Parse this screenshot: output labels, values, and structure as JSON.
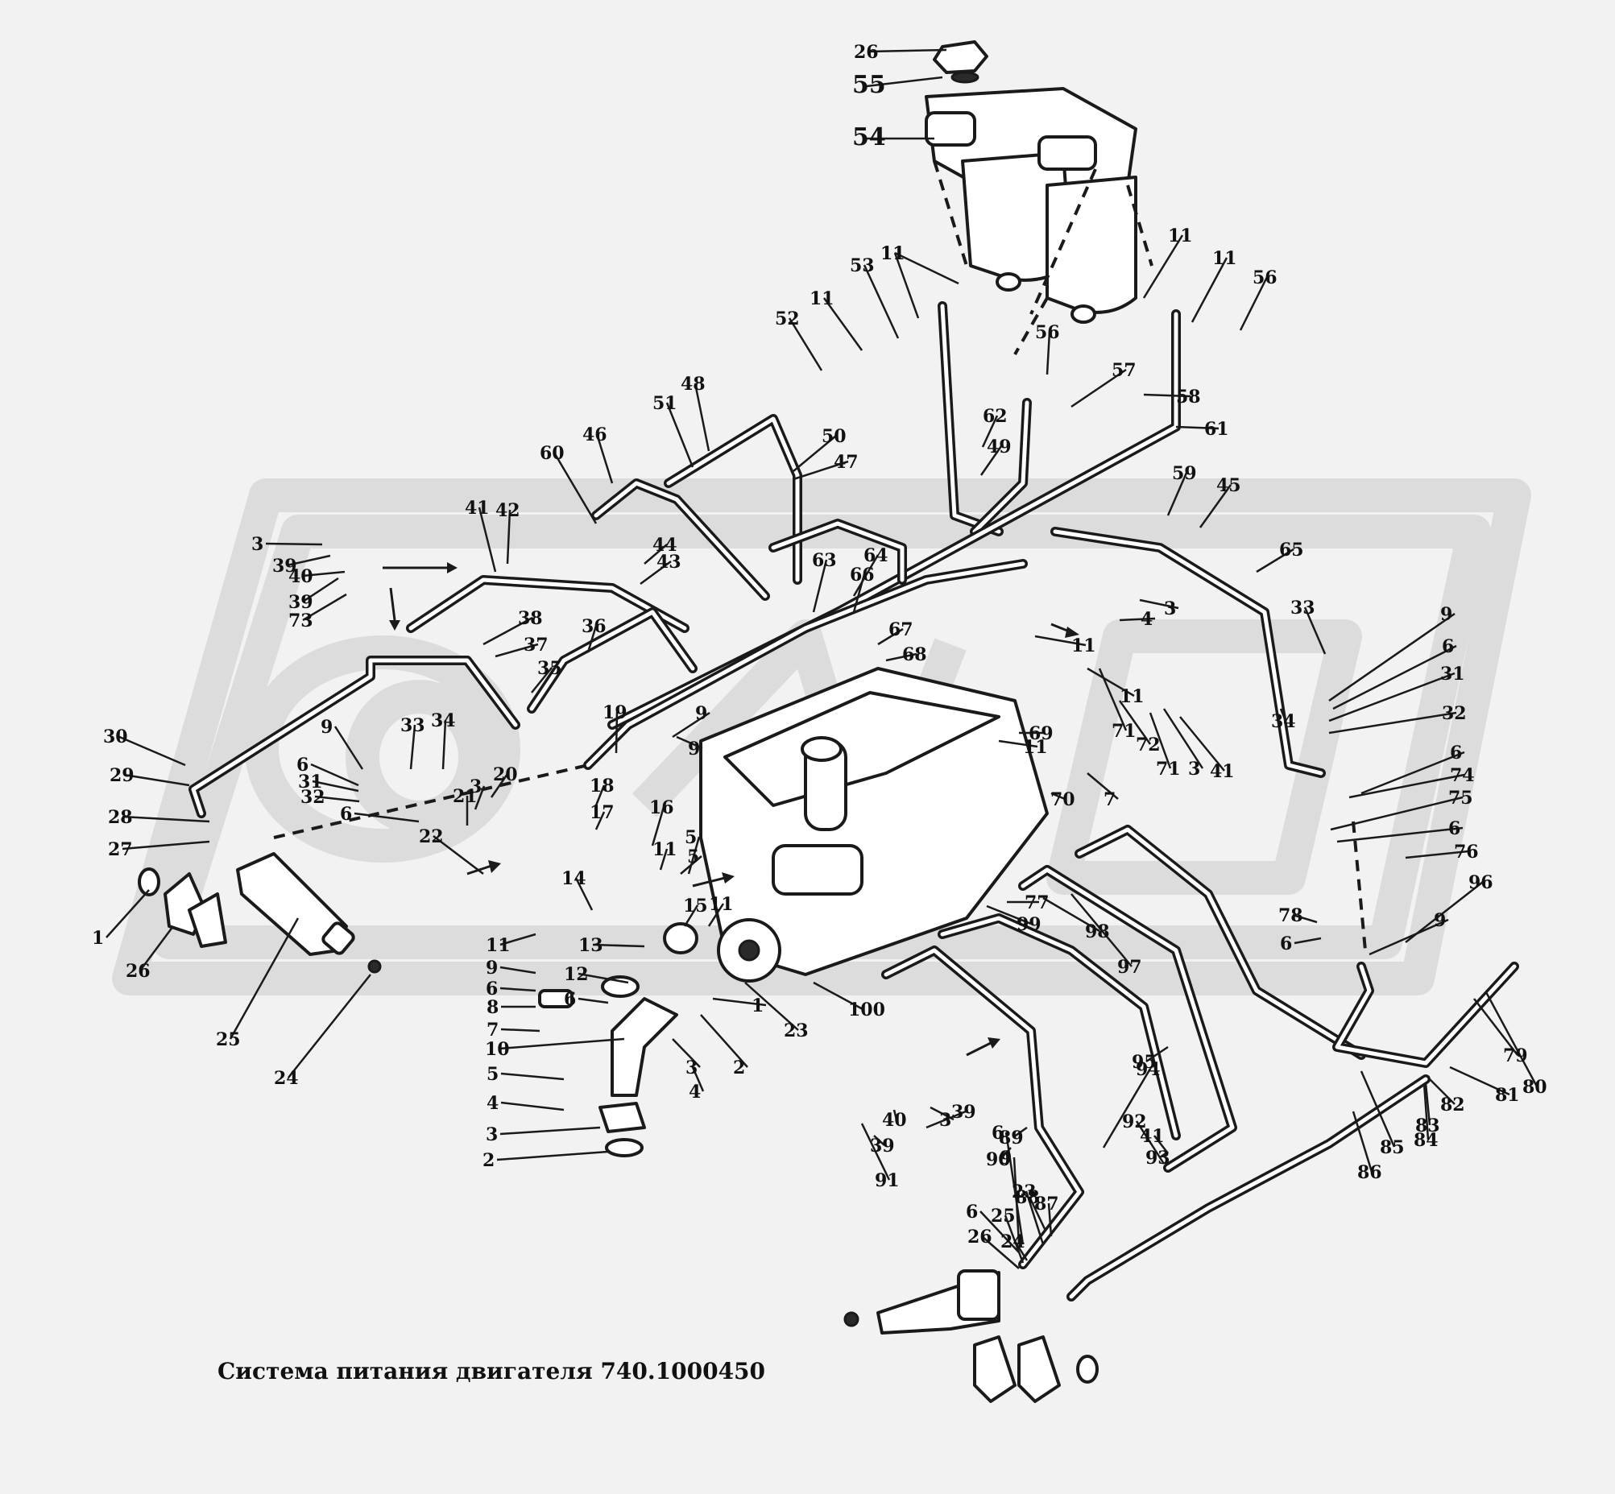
{
  "caption": "Система питания двигателя 740.1000450",
  "colors": {
    "background": "#f2f2f2",
    "line": "#1a1a1a",
    "watermark": "#dcdcdc"
  },
  "callouts": [
    "26",
    "55",
    "54",
    "11",
    "11",
    "11",
    "11",
    "56",
    "53",
    "52",
    "11",
    "56",
    "57",
    "58",
    "61",
    "62",
    "49",
    "48",
    "51",
    "50",
    "47",
    "46",
    "60",
    "59",
    "45",
    "44",
    "43",
    "42",
    "41",
    "3",
    "39",
    "40",
    "39",
    "73",
    "65",
    "63",
    "64",
    "66",
    "67",
    "11",
    "4",
    "3",
    "38",
    "37",
    "36",
    "35",
    "68",
    "11",
    "7",
    "70",
    "71",
    "72",
    "71",
    "3",
    "41",
    "19",
    "9",
    "69",
    "9",
    "11",
    "30",
    "29",
    "28",
    "27",
    "9",
    "6",
    "31",
    "32",
    "6",
    "33",
    "34",
    "20",
    "3",
    "21",
    "22",
    "18",
    "17",
    "16",
    "5",
    "5",
    "11",
    "14",
    "15",
    "13",
    "11",
    "12",
    "11",
    "9",
    "6",
    "8",
    "7",
    "6",
    "10",
    "5",
    "4",
    "3",
    "2",
    "1",
    "26",
    "25",
    "24",
    "23",
    "1",
    "2",
    "3",
    "4",
    "100",
    "33",
    "34",
    "9",
    "6",
    "31",
    "32",
    "6",
    "74",
    "75",
    "6",
    "76",
    "77",
    "99",
    "98",
    "97",
    "96",
    "78",
    "6",
    "9",
    "79",
    "80",
    "81",
    "82",
    "83",
    "84",
    "85",
    "86",
    "95",
    "94",
    "93",
    "92",
    "41",
    "3",
    "39",
    "40",
    "39",
    "91",
    "90",
    "89",
    "88",
    "87",
    "6",
    "9",
    "6",
    "23",
    "24",
    "25",
    "26"
  ]
}
